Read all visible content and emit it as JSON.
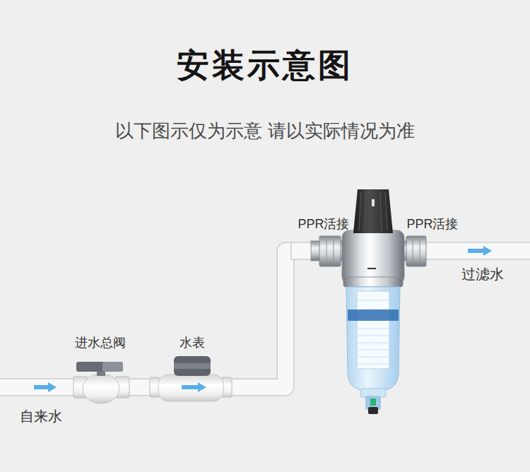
{
  "diagram": {
    "title": "安装示意图",
    "nodes": [
      {
        "text": [
          "进水总阀"
        ]
      },
      {
        "text": [
          "水表"
        ]
      },
      {
        "text": [
          "PPR活接"
        ]
      },
      {
        "text": [
          "PPR活接"
        ]
      }
    ],
    "edges": [
      {
        "from": 0,
        "to": 1,
        "arrow": "none"
      },
      {
        "from": 1,
        "to": 2,
        "arrow": "none"
      }
    ],
    "labels": [
      "以下图示仅为示意 请以实际情况为准",
      "自来水",
      "过滤水"
    ]
  }
}
